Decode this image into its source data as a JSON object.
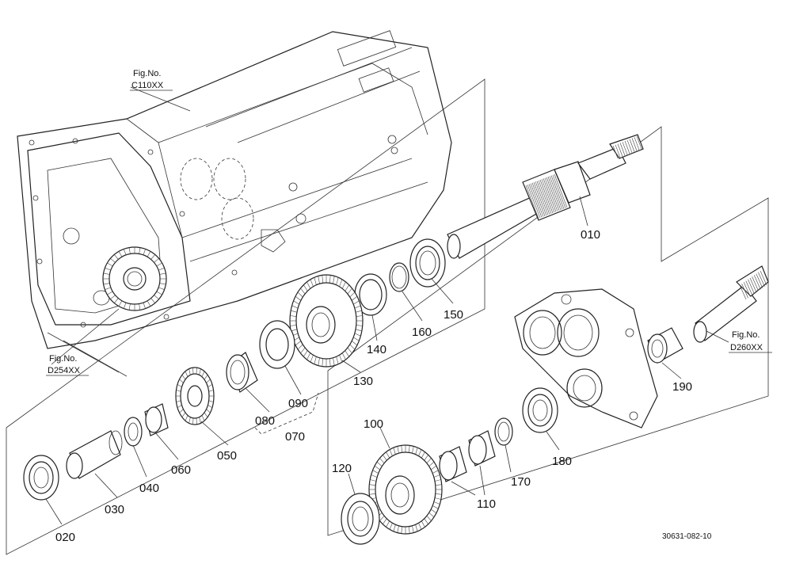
{
  "diagram": {
    "part_labels": {
      "p010": "010",
      "p020": "020",
      "p030": "030",
      "p040": "040",
      "p050": "050",
      "p060": "060",
      "p070": "070",
      "p080": "080",
      "p090": "090",
      "p100": "100",
      "p110": "110",
      "p120": "120",
      "p130": "130",
      "p140": "140",
      "p150": "150",
      "p160": "160",
      "p170": "170",
      "p180": "180",
      "p190": "190"
    },
    "figure_refs": {
      "c110": {
        "line1": "Fig.No.",
        "line2": "C110XX"
      },
      "d254": {
        "line1": "Fig.No.",
        "line2": "D254XX"
      },
      "d260": {
        "line1": "Fig.No.",
        "line2": "D260XX"
      }
    },
    "drawing_code": "30631-082-10"
  }
}
